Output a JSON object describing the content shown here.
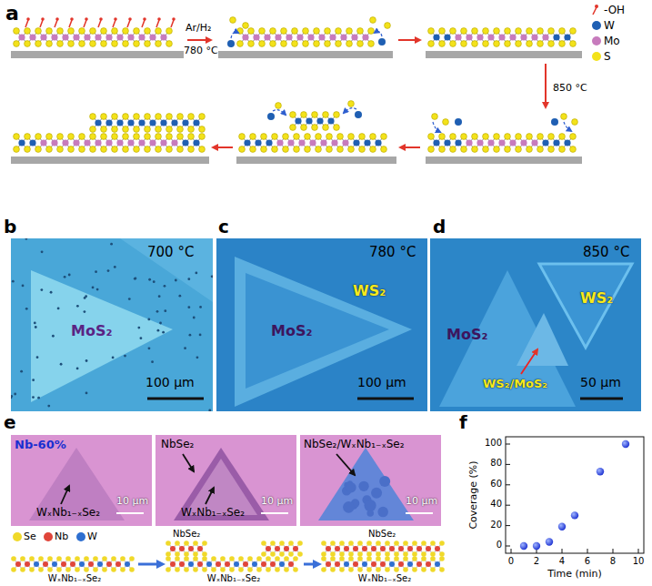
{
  "diagram": {
    "nodes": [
      {
        "text": [
          "700 °C",
          "MoS₂",
          "100 μm"
        ]
      },
      {
        "text": [
          "780 °C",
          "MoS₂",
          "WS₂",
          "100 μm"
        ]
      },
      {
        "text": [
          "850 °C",
          "MoS₂",
          "WS₂",
          "WS₂/MoS₂",
          "50 μm"
        ]
      },
      {
        "text": [
          "Nb-60%",
          "WₓNb₁₋ₓSe₂",
          "10 μm"
        ]
      },
      {
        "text": [
          "NbSe₂",
          "WₓNb₁₋ₓSe₂",
          "10 μm"
        ]
      },
      {
        "text": [
          "NbSe₂/WₓNb₁₋ₓSe₂",
          "10 μm"
        ]
      }
    ],
    "labels": [
      "a",
      "Ar/H₂",
      "780 °C",
      "850 °C",
      "b",
      "c",
      "d",
      "e",
      "f",
      "NbSe₂",
      "NbSe₂",
      "WₓNb₁₋ₓSe₂",
      "WₓNb₁₋ₓSe₂",
      "WₓNb₁₋ₓSe₂",
      "0",
      "20",
      "40",
      "60",
      "80",
      "100",
      "0",
      "2",
      "4",
      "6",
      "8",
      "10",
      "Coverage (%)",
      "Time (min)"
    ],
    "legend": [
      {
        "text": "-OH"
      },
      {
        "text": "W",
        "color": "#1f5fb3"
      },
      {
        "text": "Mo",
        "color": "#c77bbd"
      },
      {
        "text": "S",
        "color": "#f3e21a"
      },
      {
        "text": "Se",
        "color": "#f0d92a"
      },
      {
        "text": "Nb",
        "color": "#e0453a"
      },
      {
        "text": "W",
        "color": "#2e6fd0"
      }
    ]
  }
}
